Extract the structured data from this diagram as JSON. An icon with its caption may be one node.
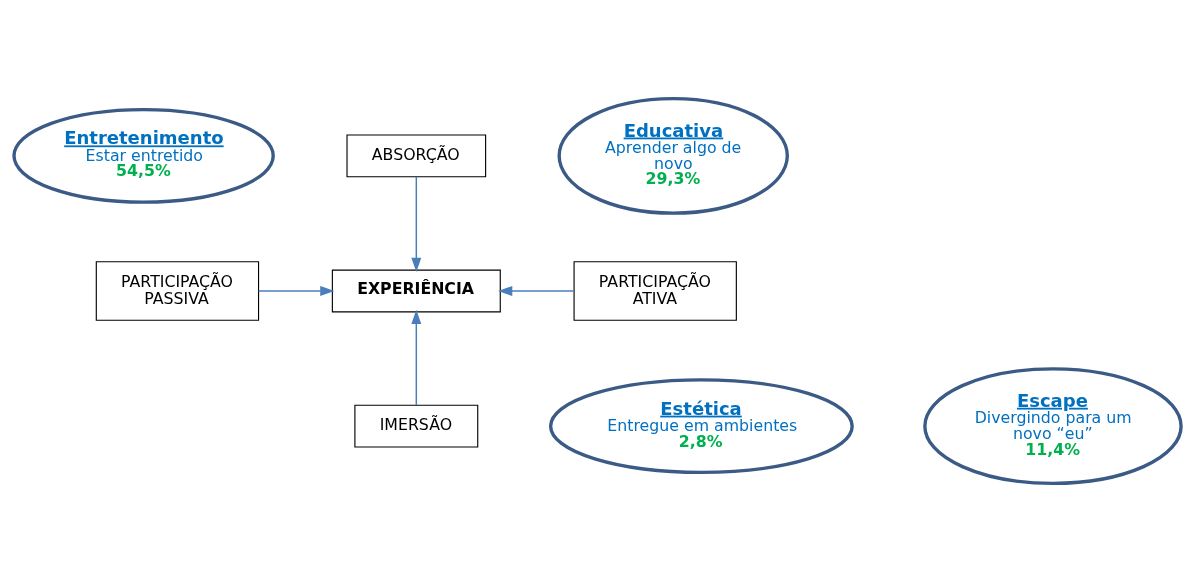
{
  "diagram": {
    "nodes": [
      {
        "text": [
          "Entretenimento",
          "Estar entretido",
          "54,5%"
        ]
      },
      {
        "text": [
          "ABSORÇÃO"
        ]
      },
      {
        "text": [
          "Educativa",
          "Aprender algo de novo",
          "29,3%"
        ]
      },
      {
        "text": [
          "PARTICIPAÇÃO PASSIVA"
        ]
      },
      {
        "text": [
          "EXPERIÊNCIA"
        ]
      },
      {
        "text": [
          "PARTICIPAÇÃO ATIVA"
        ]
      },
      {
        "text": [
          "Estética",
          "Entregue em ambientes",
          "2,8%"
        ]
      },
      {
        "text": [
          "IMERSÃO"
        ]
      },
      {
        "text": [
          "Escape",
          "Divergindo para um novo “eu”",
          "11,4%"
        ]
      }
    ],
    "edges": [
      {
        "from": 1,
        "to": 4,
        "arrow": "to"
      },
      {
        "from": 3,
        "to": 4,
        "arrow": "to"
      },
      {
        "from": 5,
        "to": 4,
        "arrow": "to"
      },
      {
        "from": 7,
        "to": 4,
        "arrow": "to"
      }
    ]
  }
}
